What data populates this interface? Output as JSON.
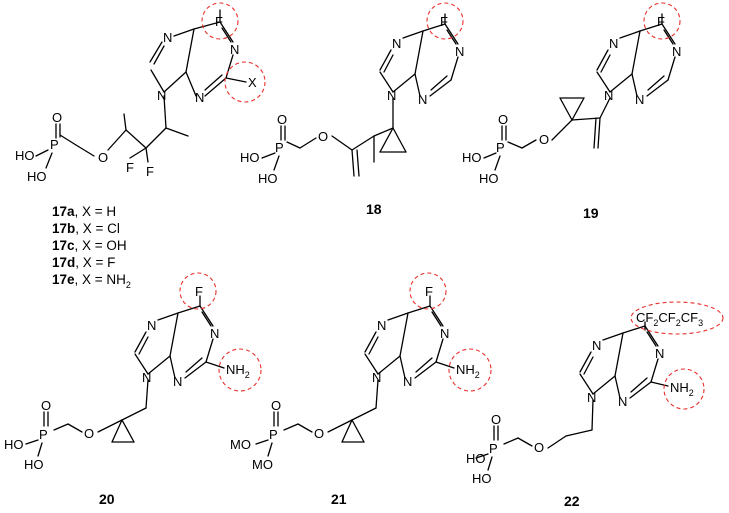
{
  "figure": {
    "highlight_color": "#e8302a",
    "compounds": [
      {
        "id": "17",
        "labels": {
          "N7": "N",
          "N1": "N",
          "N3": "N",
          "N9": "N",
          "F": "F",
          "X": "X",
          "HO1": "HO",
          "P": "P",
          "O": "O",
          "HO2": "HO",
          "Oe": "O",
          "F1": "F",
          "F2": "F"
        },
        "series": [
          {
            "num": "17a",
            "text": ", X = H"
          },
          {
            "num": "17b",
            "text": ", X = Cl"
          },
          {
            "num": "17c",
            "text": ", X = OH"
          },
          {
            "num": "17d",
            "text": ", X = F"
          },
          {
            "num": "17e",
            "text": ", X = NH",
            "sub": "2"
          }
        ]
      },
      {
        "id": "18",
        "number": "18",
        "labels": {
          "N7": "N",
          "N1": "N",
          "N3": "N",
          "N9": "N",
          "F": "F",
          "HO1": "HO",
          "P": "P",
          "O": "O",
          "HO2": "HO",
          "Oe": "O"
        }
      },
      {
        "id": "19",
        "number": "19",
        "labels": {
          "N7": "N",
          "N1": "N",
          "N3": "N",
          "N9": "N",
          "F": "F",
          "HO1": "HO",
          "P": "P",
          "O": "O",
          "HO2": "HO",
          "Oe": "O"
        }
      },
      {
        "id": "20",
        "number": "20",
        "labels": {
          "N7": "N",
          "N1": "N",
          "N3": "N",
          "N9": "N",
          "F": "F",
          "NH": "NH",
          "sub": "2",
          "HO1": "HO",
          "P": "P",
          "O": "O",
          "HO2": "HO",
          "Oe": "O"
        }
      },
      {
        "id": "21",
        "number": "21",
        "labels": {
          "N7": "N",
          "N1": "N",
          "N3": "N",
          "N9": "N",
          "F": "F",
          "NH": "NH",
          "sub": "2",
          "MO1": "MO",
          "P": "P",
          "O": "O",
          "MO2": "MO",
          "Oe": "O"
        }
      },
      {
        "id": "22",
        "number": "22",
        "labels": {
          "N7": "N",
          "N1": "N",
          "N3": "N",
          "N9": "N",
          "NH": "NH",
          "sub": "2",
          "HO1": "HO",
          "P": "P",
          "O": "O",
          "HO2": "HO",
          "Oe": "O",
          "cf_main": "CF",
          "cf_sub": "2",
          "cf_main2": "CF",
          "cf_sub2": "2",
          "cf_main3": "CF",
          "cf_sub3": "3"
        }
      }
    ]
  }
}
